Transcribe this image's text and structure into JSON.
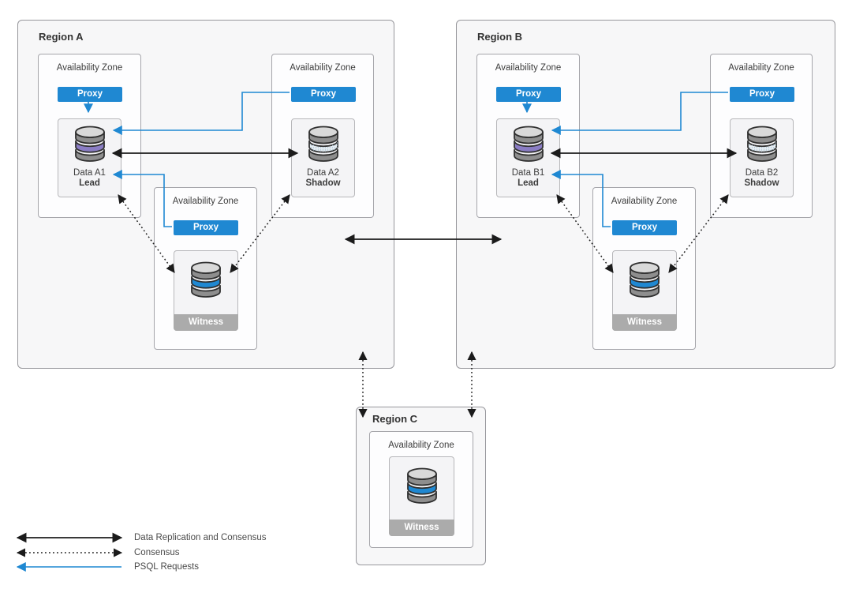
{
  "colors": {
    "accent_blue": "#1f88d2",
    "lead_purple": "#8a7dc4",
    "shadow_band_fill": "#e7eef3",
    "shadow_band_dots": "#a4c0d2",
    "witness_footer_gray": "#ababab",
    "arrow_black": "#1b1b1b"
  },
  "regions": {
    "a": {
      "label": "Region A",
      "az1": {
        "label": "Availability Zone",
        "proxy": "Proxy",
        "db_name": "Data A1",
        "db_role": "Lead"
      },
      "az2": {
        "label": "Availability Zone",
        "proxy": "Proxy",
        "db_name": "Data A2",
        "db_role": "Shadow"
      },
      "az3": {
        "label": "Availability Zone",
        "proxy": "Proxy",
        "db_role": "Witness"
      }
    },
    "b": {
      "label": "Region B",
      "az1": {
        "label": "Availability Zone",
        "proxy": "Proxy",
        "db_name": "Data B1",
        "db_role": "Lead"
      },
      "az2": {
        "label": "Availability Zone",
        "proxy": "Proxy",
        "db_name": "Data B2",
        "db_role": "Shadow"
      },
      "az3": {
        "label": "Availability Zone",
        "proxy": "Proxy",
        "db_role": "Witness"
      }
    },
    "c": {
      "label": "Region C",
      "az": {
        "label": "Availability Zone",
        "db_role": "Witness"
      }
    }
  },
  "legend": {
    "replication": "Data Replication and Consensus",
    "consensus": "Consensus",
    "psql": "PSQL Requests"
  }
}
